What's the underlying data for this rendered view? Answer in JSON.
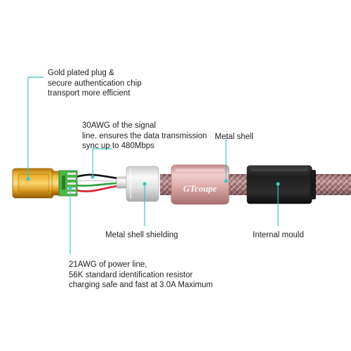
{
  "labels": {
    "gold_plug": {
      "line1": "Gold plated plug &",
      "line2": "secure authentication chip",
      "line3": "transport more efficient"
    },
    "signal_line": {
      "line1": "30AWG of the signal",
      "line2": "line. ensures the data transmission",
      "line3": "sync up to 480Mbps"
    },
    "metal_shell": "Metal shell",
    "metal_shell_shielding": "Metal shell shielding",
    "internal_mould": "Internal mould",
    "power_line": {
      "line1": "21AWG of power line,",
      "line2": "56K standard identification resistor",
      "line3": "charging safe and fast at 3.0A Maximum"
    }
  },
  "brand_logo": "GTcoupe",
  "colors": {
    "leader_line": "#3fc7c2",
    "gold_plug": "#e3a21a",
    "pcb_green": "#4cb848",
    "metal_shell_rose": "#d9a8a5",
    "braid_rose": "#b07c7e",
    "mould_black": "#262626",
    "shielding_silver": "#e6e6e6",
    "wire_red": "#d8202a",
    "wire_green": "#2e9e3a",
    "wire_black": "#111111",
    "wire_white": "#f2f2f2"
  },
  "icons": {
    "leader_dot": "circle"
  }
}
